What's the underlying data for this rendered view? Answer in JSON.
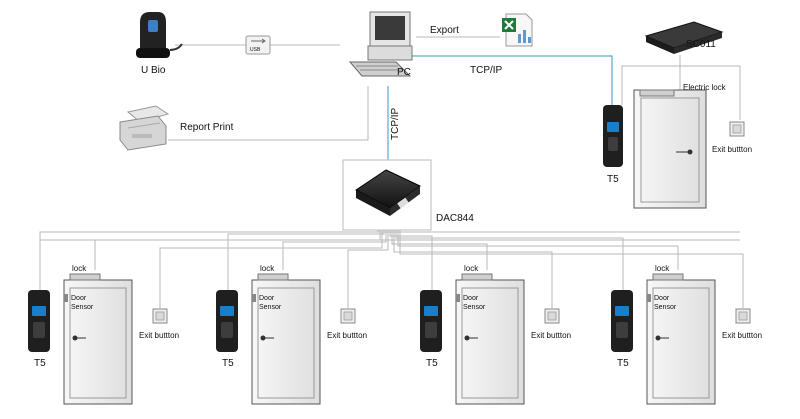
{
  "nodes": {
    "pc": "PC",
    "ubio": "U Bio",
    "usb": "USB",
    "export": "Export",
    "tcpip_top": "TCP/IP",
    "tcpip_vertical": "TCP/IP",
    "report_print": "Report Print",
    "sc011": "SC011",
    "electric_lock": "Electric lock",
    "exit_button_top": "Exit buttton",
    "t5_top": "T5",
    "dac844": "DAC844"
  },
  "doors": [
    {
      "reader": "T5",
      "lock": "lock",
      "sensor": "Door\nSensor",
      "exit": "Exit buttton"
    },
    {
      "reader": "T5",
      "lock": "lock",
      "sensor": "Door\nSensor",
      "exit": "Exit buttton"
    },
    {
      "reader": "T5",
      "lock": "lock",
      "sensor": "Door\nSensor",
      "exit": "Exit buttton"
    },
    {
      "reader": "T5",
      "lock": "lock",
      "sensor": "Door\nSensor",
      "exit": "Exit buttton"
    }
  ],
  "colors": {
    "wire": "#b9b9b9",
    "network": "#5aa9c9",
    "device_dark": "#1f1f1f",
    "reader_blue": "#1a7fc8",
    "excel_green": "#1e7b3c"
  }
}
